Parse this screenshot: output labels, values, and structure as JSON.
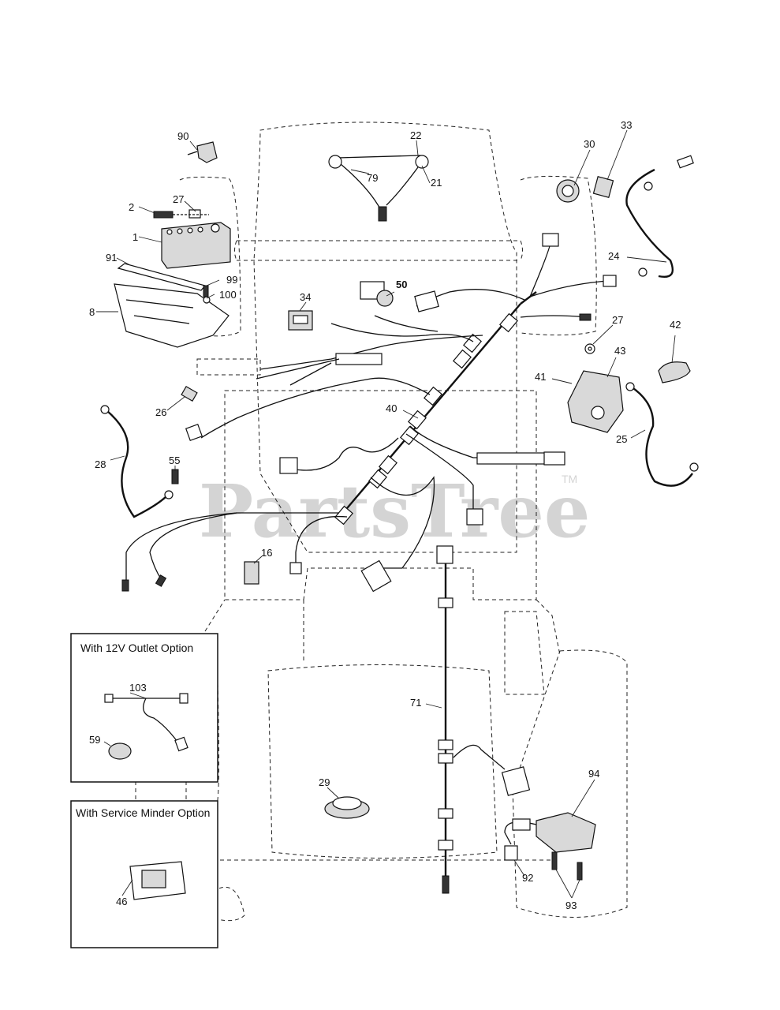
{
  "watermark": {
    "text": "PartsTree",
    "tm": "TM"
  },
  "options": {
    "outlet_title": "With 12V Outlet Option",
    "minder_title": "With Service Minder Option"
  },
  "callouts": {
    "c90": "90",
    "c22": "22",
    "c79": "79",
    "c21": "21",
    "c30": "30",
    "c33": "33",
    "c2": "2",
    "c27a": "27",
    "c1": "1",
    "c91": "91",
    "c99": "99",
    "c100": "100",
    "c8": "8",
    "c24": "24",
    "c50": "50",
    "c34": "34",
    "c27b": "27",
    "c42": "42",
    "c41": "41",
    "c43": "43",
    "c26": "26",
    "c40": "40",
    "c25": "25",
    "c28": "28",
    "c55": "55",
    "c16": "16",
    "c103": "103",
    "c59": "59",
    "c71": "71",
    "c29": "29",
    "c94": "94",
    "c92": "92",
    "c93": "93",
    "c46": "46"
  }
}
